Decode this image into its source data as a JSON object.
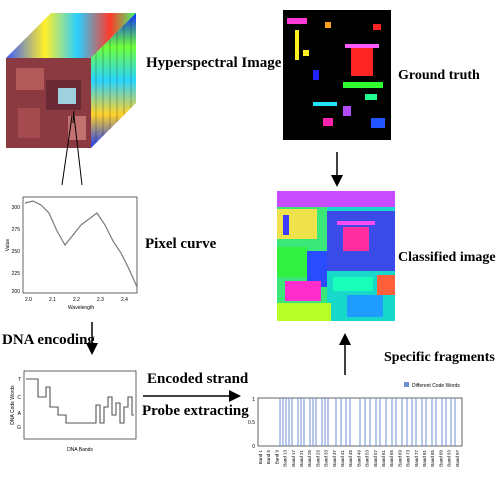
{
  "labels": {
    "hyperspectral": "Hyperspectral Image",
    "ground_truth": "Ground truth",
    "pixel_curve": "Pixel curve",
    "classified": "Classified image",
    "dna_encoding": "DNA encoding",
    "specific_fragments": "Specific fragments",
    "encoded_strand": "Encoded strand",
    "probe_extracting": "Probe extracting"
  },
  "pixel_curve": {
    "xlabel": "Wavelength",
    "ylabel": "Value",
    "y_ticks": [
      "300",
      "275",
      "250",
      "225",
      "200"
    ],
    "x_ticks": [
      "2.0",
      "2.1",
      "2.2",
      "2.3",
      "2.4"
    ]
  },
  "encoded_strand": {
    "xlabel": "DNA Bands",
    "ylabel": "DNA Code Words",
    "y_ticks": [
      "T",
      "C",
      "A",
      "G"
    ]
  },
  "fragments": {
    "legend": "Different Code Words",
    "y_ticks": [
      "1",
      "0.5",
      "0"
    ],
    "band_labels": [
      "Band 1",
      "Band 5",
      "Band 9",
      "Band 13",
      "Band 17",
      "Band 21",
      "Band 25",
      "Band 29",
      "Band 33",
      "Band 37",
      "Band 41",
      "Band 45",
      "Band 49",
      "Band 53",
      "Band 57",
      "Band 61",
      "Band 65",
      "Band 69",
      "Band 73",
      "Band 77",
      "Band 81",
      "Band 85",
      "Band 89",
      "Band 93",
      "Band 97"
    ]
  },
  "colors": {
    "arrow": "#000000",
    "fragment_line": "#6f8fd6",
    "plot_line": "#7a7a7a"
  }
}
